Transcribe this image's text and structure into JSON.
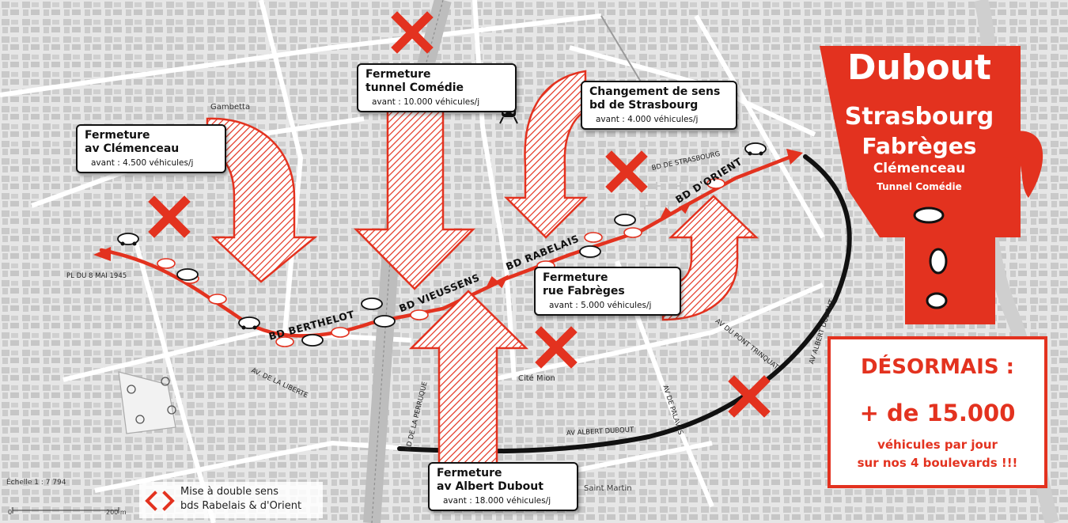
{
  "map": {
    "place_labels": {
      "gambetta": "Gambetta",
      "cite_mion": "Cité Mion",
      "saint_martin": "Saint Martin"
    },
    "road_labels": {
      "pl_8_mai": "PL DU 8 MAI 1945",
      "av_liberte": "AV. DE LA LIBERTE",
      "bd_perruque": "BD DE LA PERRUQUE",
      "av_dubout": "AV ALBERT DUBOUT",
      "av_dubout_vertical": "AV ALBERT DUBOUT",
      "av_palavas": "AV DE PALAVAS",
      "av_pont_trinquat": "AV DU PONT TRINQUAT",
      "bd_strasbourg": "BD DE STRASBOURG"
    },
    "boulevards": {
      "berthelot": "BD BERTHELOT",
      "vieussens": "BD VIEUSSENS",
      "rabelais": "BD RABELAIS",
      "orient": "BD D'ORIENT"
    },
    "colors": {
      "accent_red": "#e3321f",
      "road_black": "#111111",
      "map_bg": "#e9e9e9"
    }
  },
  "callouts": {
    "clemenceau": {
      "title1": "Fermeture",
      "title2": "av Clémenceau",
      "sub": "avant : 4.500 véhicules/j"
    },
    "comedie": {
      "title1": "Fermeture",
      "title2": "tunnel Comédie",
      "sub": "avant : 10.000 véhicules/j"
    },
    "strasbourg": {
      "title1": "Changement de sens",
      "title2": "bd de Strasbourg",
      "sub": "avant : 4.000 véhicules/j"
    },
    "fabreges": {
      "title1": "Fermeture",
      "title2": "rue Fabrèges",
      "sub": "avant : 5.000 véhicules/j"
    },
    "dubout": {
      "title1": "Fermeture",
      "title2": "av Albert Dubout",
      "sub": "avant : 18.000 véhicules/j"
    }
  },
  "title_panel": {
    "line1": "Dubout",
    "line2": "Strasbourg",
    "line3": "Fabrèges",
    "line4": "Clémenceau",
    "line5": "Tunnel Comédie"
  },
  "result_box": {
    "heading": "DÉSORMAIS :",
    "value": "+ de 15.000",
    "line1": "véhicules par jour",
    "line2": "sur nos 4 boulevards !!!"
  },
  "legend": {
    "icon": "double-direction-arrows-icon",
    "line1": "Mise à double sens",
    "line2": "bds Rabelais & d'Orient"
  },
  "scale": {
    "label": "Échelle 1 : 7 794",
    "zero": "0",
    "distance": "200 m"
  }
}
